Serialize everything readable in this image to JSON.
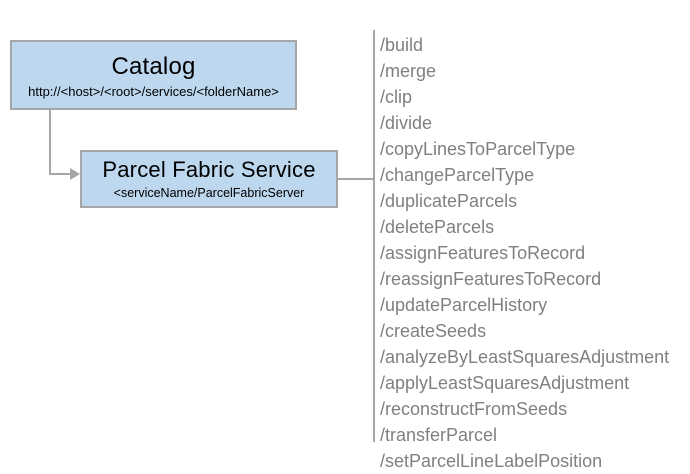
{
  "diagram": {
    "type": "architecture-diagram",
    "background_color": "#ffffff",
    "node_fill_color": "#bdd7ee",
    "node_border_color": "#a6a6a6",
    "connector_color": "#a6a6a6",
    "operation_text_color": "#808080",
    "nodes": [
      {
        "id": "catalog",
        "title": "Catalog",
        "subtitle": "http://<host>/<root>/services/<folderName>"
      },
      {
        "id": "parcel-fabric-service",
        "title": "Parcel Fabric Service",
        "subtitle": "<serviceName/ParcelFabricServer"
      }
    ],
    "operations": [
      "/build",
      "/merge",
      "/clip",
      "/divide",
      "/copyLinesToParcelType",
      "/changeParcelType",
      "/duplicateParcels",
      "/deleteParcels",
      "/assignFeaturesToRecord",
      "/reassignFeaturesToRecord",
      "/updateParcelHistory",
      "/createSeeds",
      "/analyzeByLeastSquaresAdjustment",
      "/applyLeastSquaresAdjustment",
      "/reconstructFromSeeds",
      "/transferParcel",
      "/setParcelLineLabelPosition"
    ]
  }
}
